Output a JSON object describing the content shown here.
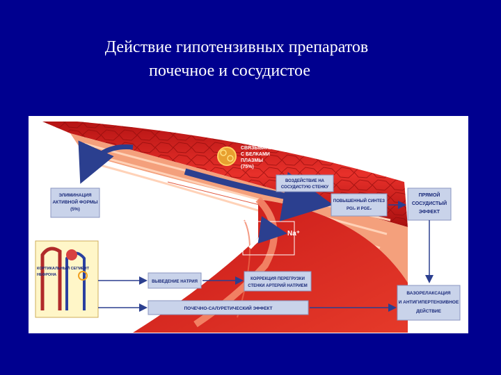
{
  "slide": {
    "title_line1": "Действие гипотензивных препаратов",
    "title_line2": "почечное и сосудистое"
  },
  "diagram": {
    "protein_binding": [
      "СВЯЗЫВАНИЕ",
      "С БЕЛКАМИ",
      "ПЛАЗМЫ",
      "(75%)"
    ],
    "elimination": [
      "ЭЛИМИНАЦИЯ",
      "АКТИВНОЙ ФОРМЫ",
      "(5%)"
    ],
    "wall_action": [
      "ВОЗДЕЙСТВИЕ НА",
      "СОСУДИСТУЮ СТЕНКУ"
    ],
    "synthesis": [
      "ПОВЫШЕННЫЙ СИНТЕЗ",
      "PGI₂ И PGE₂"
    ],
    "direct_effect": [
      "ПРЯМОЙ",
      "СОСУДИСТЫЙ",
      "ЭФФЕКТ"
    ],
    "sodium_ion": "Na⁺",
    "cortical_segment": [
      "КОРТИКАЛЬНЫЙ СЕГМЕНТ",
      "НЕФРОНА"
    ],
    "sodium_excretion": "ВЫВЕДЕНИЕ НАТРИЯ",
    "overload_correction": [
      "КОРРЕКЦИЯ ПЕРЕГРУЗКИ",
      "СТЕНКИ АРТЕРИЙ НАТРИЕМ"
    ],
    "saluretic_effect": "ПОЧЕЧНО-САЛУРЕТИЧЕСКИЙ ЭФФЕКТ",
    "vasorelaxation": [
      "ВАЗОРЕЛАКСАЦИЯ",
      "И АНТИГИПЕРТЕНЗИВНОЕ",
      "ДЕЙСТВИЕ"
    ]
  },
  "colors": {
    "background": "#00008f",
    "vessel_red": "#d61f1f",
    "vessel_light": "#f48a6a",
    "label_box": "#c9d3ea",
    "label_text": "#1a2a7a",
    "arrow_blue": "#2b3f8f"
  }
}
